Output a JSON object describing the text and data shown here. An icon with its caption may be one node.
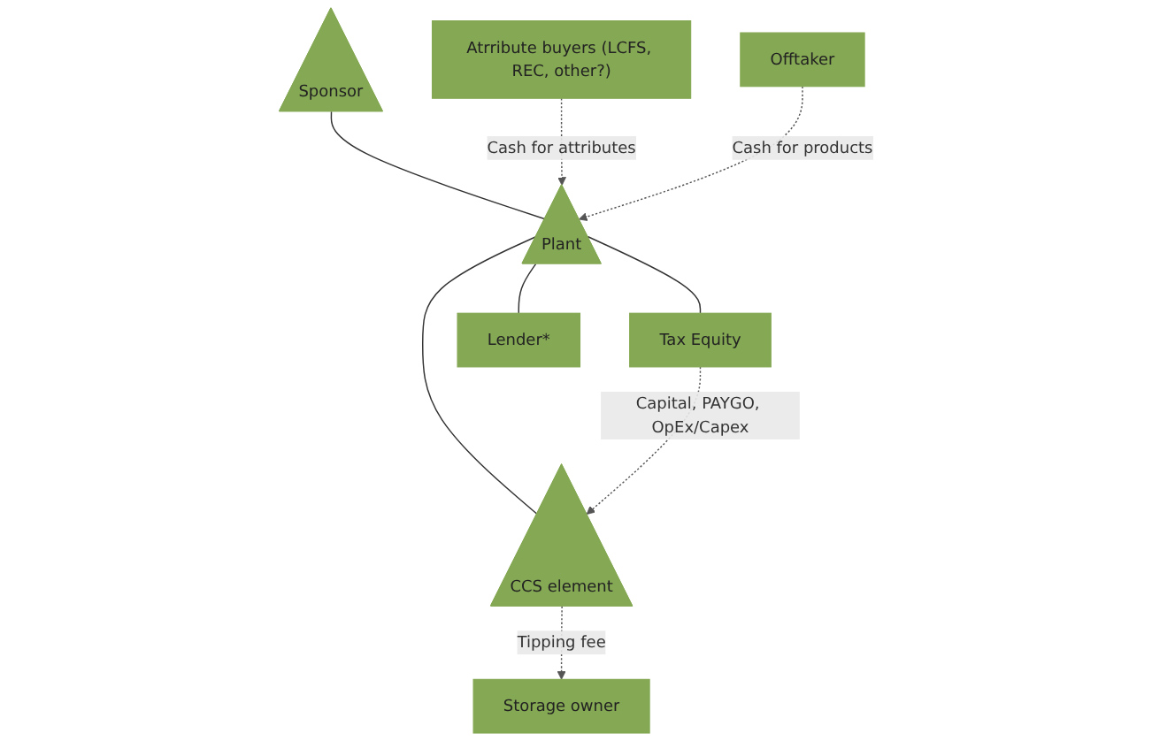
{
  "diagram": {
    "nodes": [
      {
        "text": [
          "Sponsor"
        ]
      },
      {
        "text": [
          "Atrribute buyers (LCFS, REC, other?)"
        ]
      },
      {
        "text": [
          "Plant"
        ]
      },
      {
        "text": [
          "Offtaker"
        ]
      },
      {
        "text": [
          "Tax Equity"
        ]
      },
      {
        "text": [
          "Lender*"
        ]
      },
      {
        "text": [
          "Storage owner"
        ]
      },
      {
        "text": [
          "CCS element"
        ]
      }
    ],
    "edges": [
      {
        "from": 0,
        "to": 2,
        "arrow": "none"
      },
      {
        "from": 1,
        "to": 2,
        "arrow": "to",
        "label": "Cash for attributes",
        "style": "dashed"
      },
      {
        "from": 3,
        "to": 2,
        "arrow": "to",
        "label": "Cash for products",
        "style": "dashed"
      },
      {
        "from": 2,
        "to": 5,
        "arrow": "none"
      },
      {
        "from": 2,
        "to": 7,
        "arrow": "none"
      },
      {
        "from": 2,
        "to": 4,
        "arrow": "none"
      },
      {
        "from": 4,
        "to": 7,
        "arrow": "to",
        "label": "Capital, PAYGO, OpEx/Capex",
        "style": "dashed"
      },
      {
        "from": 7,
        "to": 6,
        "arrow": "to",
        "label": "Tipping fee",
        "style": "dashed"
      }
    ]
  }
}
